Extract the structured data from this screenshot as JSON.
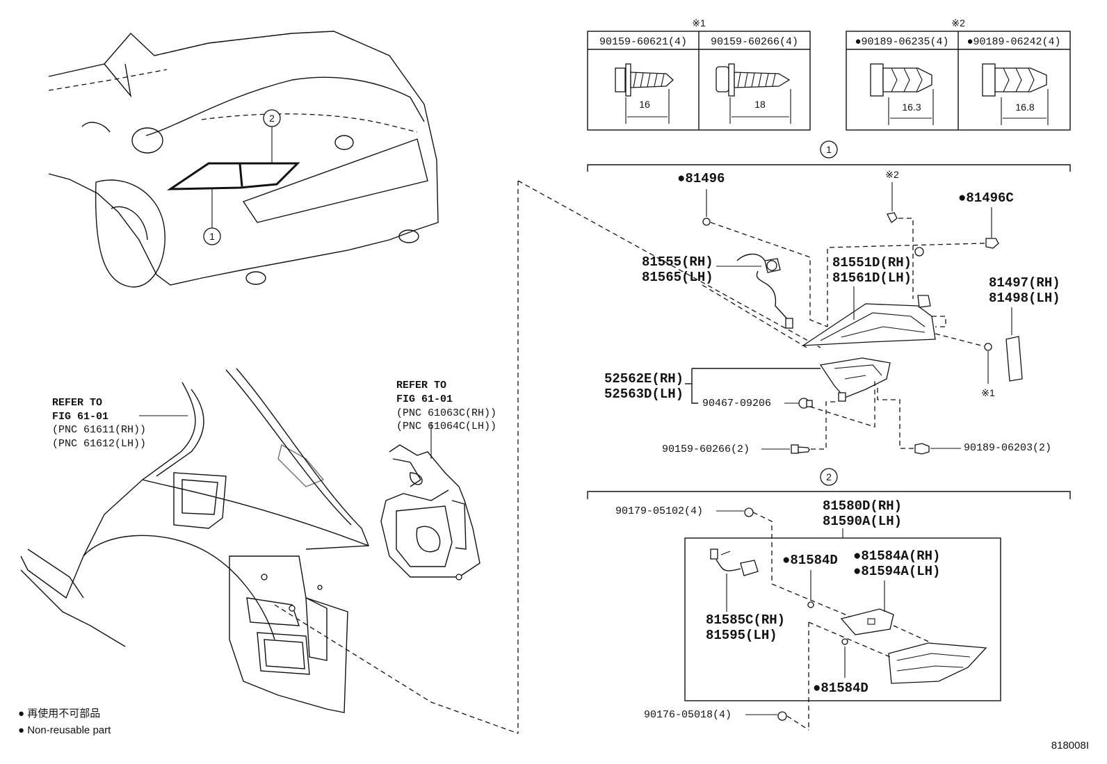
{
  "fasteners": {
    "mark1": "※1",
    "mark2": "※2",
    "f1": {
      "code": "90159-60621(4)",
      "length": "16"
    },
    "f2": {
      "code": "90159-60266(4)",
      "length": "18"
    },
    "f3": {
      "code": "●90189-06235(4)",
      "length": "16.3"
    },
    "f4": {
      "code": "●90189-06242(4)",
      "length": "16.8"
    }
  },
  "overview": {
    "callout1": "1",
    "callout2": "2"
  },
  "group1": {
    "num": "1",
    "p81496": "●81496",
    "mark2": "※2",
    "p81496c": "●81496C",
    "socket_rh": "81555(RH)",
    "socket_lh": "81565(LH)",
    "lamp_rh": "81551D(RH)",
    "lamp_lh": "81561D(LH)",
    "pad_rh": "81497(RH)",
    "pad_lh": "81498(LH)",
    "mark1": "※1",
    "bracket_rh": "52562E(RH)",
    "bracket_lh": "52563D(LH)",
    "nut": "90467-09206",
    "screw": "90159-60266(2)",
    "clip": "90189-06203(2)"
  },
  "group2": {
    "num": "2",
    "screw_top": "90179-05102(4)",
    "lamp_rh": "81580D(RH)",
    "lamp_lh": "81590A(LH)",
    "p81584d_a": "●81584D",
    "gasket_rh": "●81584A(RH)",
    "gasket_lh": "●81594A(LH)",
    "socket_rh": "81585C(RH)",
    "socket_lh": "81595(LH)",
    "p81584d_b": "●81584D",
    "nut_bottom": "90176-05018(4)"
  },
  "refer1": {
    "line1": "REFER TO",
    "line2": "FIG 61-01",
    "pnc1": "(PNC 61611(RH))",
    "pnc2": "(PNC 61612(LH))"
  },
  "refer2": {
    "line1": "REFER TO",
    "line2": "FIG 61-01",
    "pnc1": "(PNC 61063C(RH))",
    "pnc2": "(PNC 61064C(LH))"
  },
  "legend": {
    "jp": "● 再使用不可部品",
    "en": "● Non-reusable part"
  },
  "figure_id": "818008I"
}
